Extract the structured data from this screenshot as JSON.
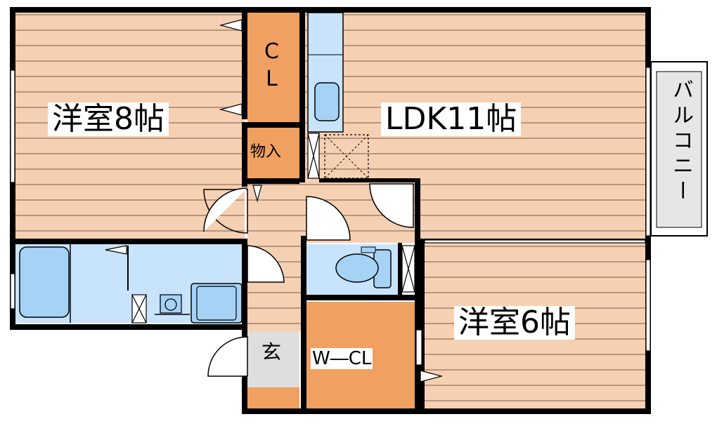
{
  "rooms": {
    "western_8": "洋室8帖",
    "ldk_11": "LDK11帖",
    "western_6": "洋室6帖",
    "closet_cl": "C\nL",
    "storage": "物入",
    "walkin_closet": "W―CL",
    "entrance": "玄",
    "balcony": "バルコニー"
  },
  "colors": {
    "floor_wood": "#f6d0b2",
    "floor_lines": "#9a7e6a",
    "closet": "#f0a060",
    "wet_area": "#c8e4fc",
    "fixture_blue": "#a6d2f6",
    "wall": "#000000",
    "balcony_bg": "#e6e6e6",
    "window_gray": "#cccccc"
  }
}
